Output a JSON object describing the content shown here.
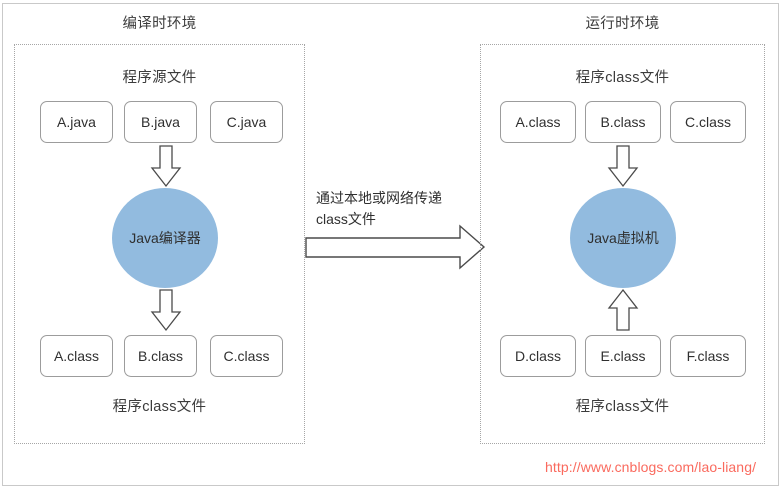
{
  "diagram": {
    "compile_env": {
      "title": "编译时环境",
      "top_label": "程序源文件",
      "bottom_label": "程序class文件",
      "source_files": [
        "A.java",
        "B.java",
        "C.java"
      ],
      "class_files": [
        "A.class",
        "B.class",
        "C.class"
      ],
      "processor": "Java编译器"
    },
    "runtime_env": {
      "title": "运行时环境",
      "top_label": "程序class文件",
      "bottom_label": "程序class文件",
      "top_class_files": [
        "A.class",
        "B.class",
        "C.class"
      ],
      "bottom_class_files": [
        "D.class",
        "E.class",
        "F.class"
      ],
      "processor": "Java虚拟机"
    },
    "transfer": {
      "line1": "通过本地或网络传递",
      "line2": "class文件"
    },
    "footer_url": "http://www.cnblogs.com/lao-liang/",
    "colors": {
      "circle_fill": "#92bbdf",
      "box_border": "#9c9c9c",
      "dotted_border": "#a6a6a6",
      "frame_border": "#c9c9c9",
      "url_color": "#fa6a5e",
      "text_color": "#2f2f2f",
      "arrow_stroke": "#3f3f3f"
    }
  }
}
